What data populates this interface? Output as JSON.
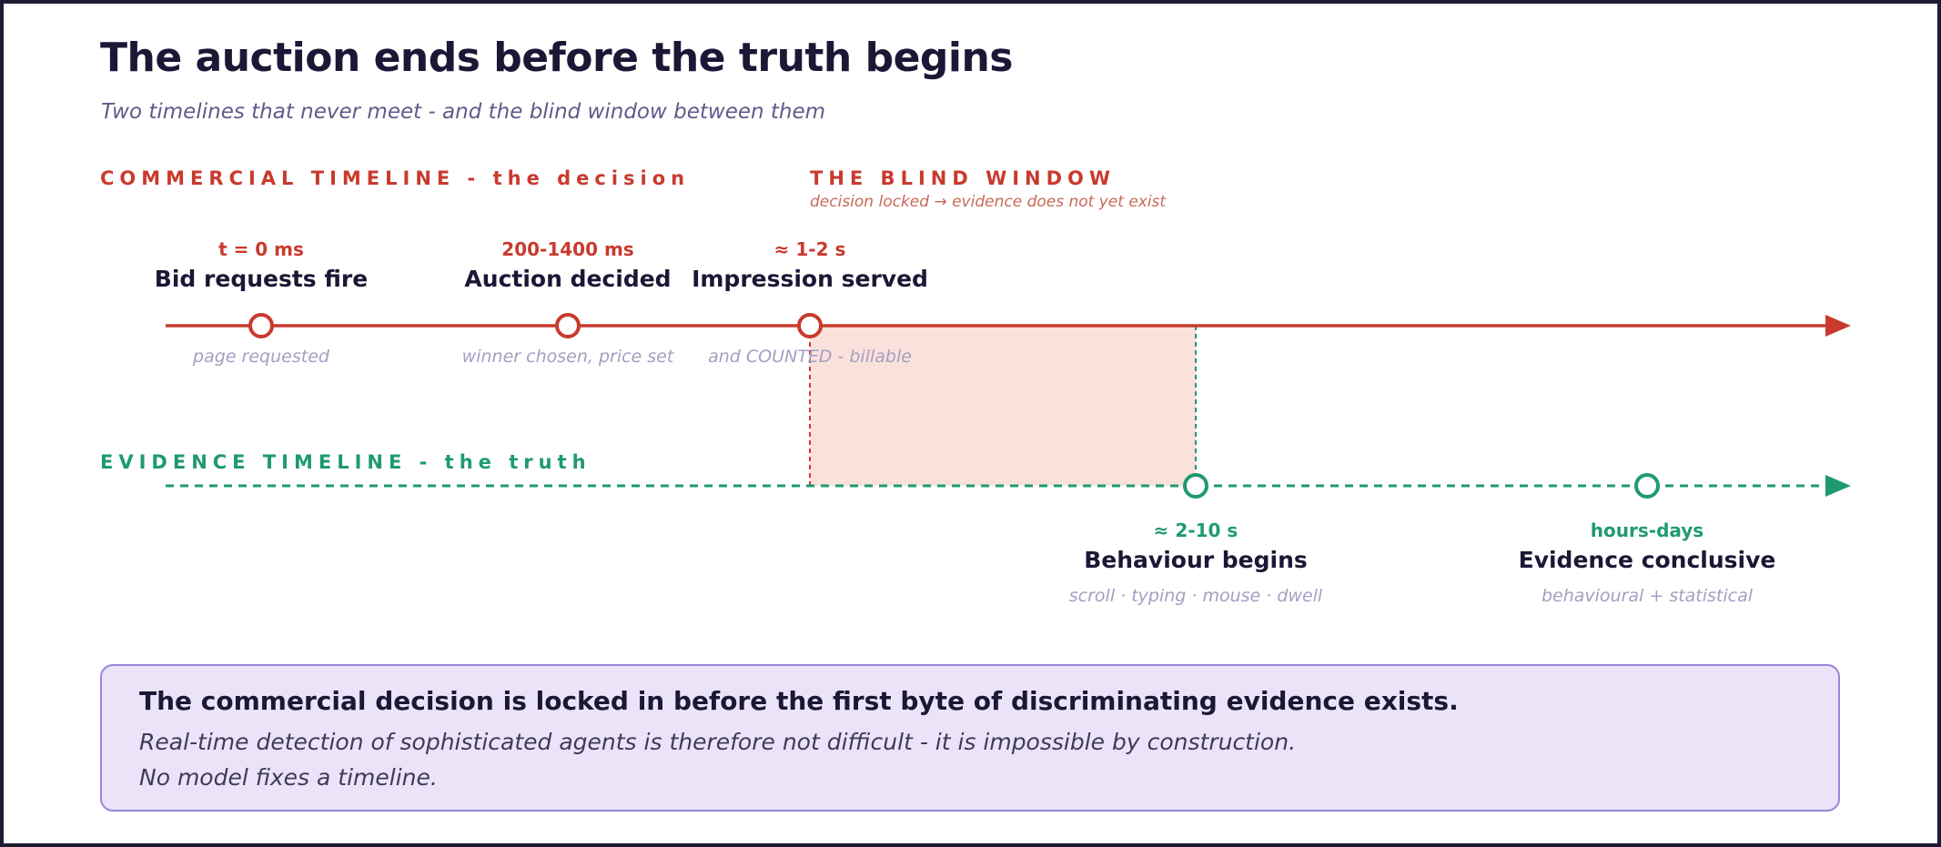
{
  "title": "The auction ends before the truth begins",
  "subtitle": "Two timelines that never meet - and the blind window between them",
  "commercial_label": "COMMERCIAL TIMELINE - the decision",
  "blind_window": {
    "label": "THE BLIND WINDOW",
    "subtitle": "decision locked → evidence does not yet exist"
  },
  "evidence_label": "EVIDENCE TIMELINE - the truth",
  "commercial_events": [
    {
      "time": "t = 0 ms",
      "title": "Bid requests fire",
      "note": "page requested"
    },
    {
      "time": "200-1400 ms",
      "title": "Auction decided",
      "note": "winner chosen, price set"
    },
    {
      "time": "≈ 1-2 s",
      "title": "Impression served",
      "note": "and COUNTED - billable"
    }
  ],
  "evidence_events": [
    {
      "time": "≈ 2-10 s",
      "title": "Behaviour begins",
      "note": "scroll · typing · mouse · dwell"
    },
    {
      "time": "hours-days",
      "title": "Evidence conclusive",
      "note": "behavioural + statistical"
    }
  ],
  "callout": {
    "headline": "The commercial decision is locked in before the first byte of discriminating evidence exists.",
    "line1": "Real-time detection of sophisticated agents is therefore not difficult - it is impossible by construction.",
    "line2": "No model fixes a timeline."
  },
  "colors": {
    "commercial": "#c93a2e",
    "evidence": "#1e9a72",
    "blind_fill": "#fbe1dc",
    "callout_bg": "#ebe4f8",
    "callout_border": "#9a86d8",
    "title": "#1b1836"
  }
}
